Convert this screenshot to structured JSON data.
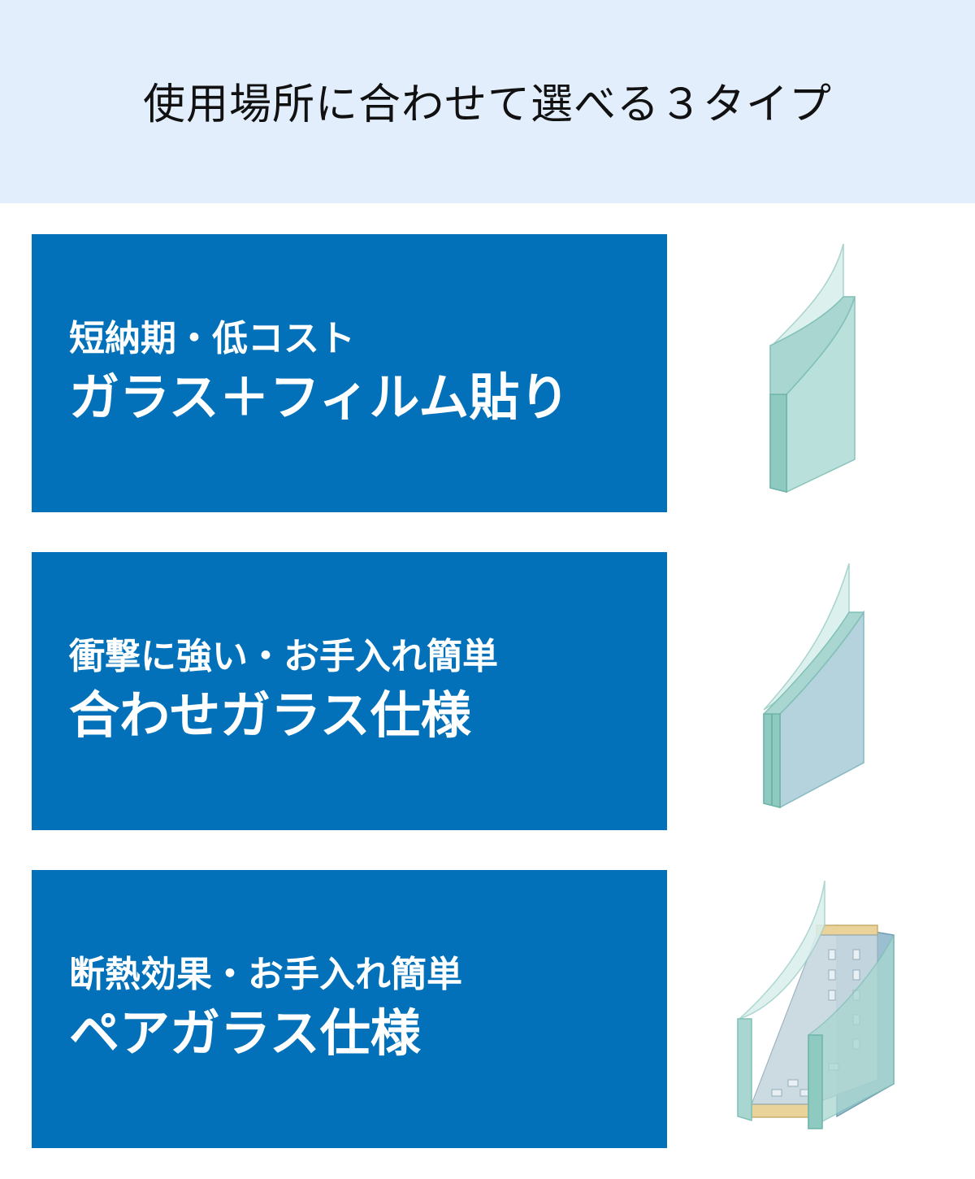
{
  "header": {
    "title": "使用場所に合わせて選べる３タイプ"
  },
  "types": [
    {
      "subtitle": "短納期・低コスト",
      "title": "ガラス＋フィルム貼り",
      "illustration": "film-glass-illustration"
    },
    {
      "subtitle": "衝撃に強い・お手入れ簡単",
      "title": "合わせガラス仕様",
      "illustration": "laminated-glass-illustration"
    },
    {
      "subtitle": "断熱効果・お手入れ簡単",
      "title": "ペアガラス仕様",
      "illustration": "pair-glass-illustration"
    }
  ],
  "colors": {
    "header_bg": "#e3eefc",
    "card_bg": "#0271b9",
    "glass_face": "#a9d6d0",
    "glass_edge": "#7fc0b7",
    "spacer": "#e9d39a"
  }
}
